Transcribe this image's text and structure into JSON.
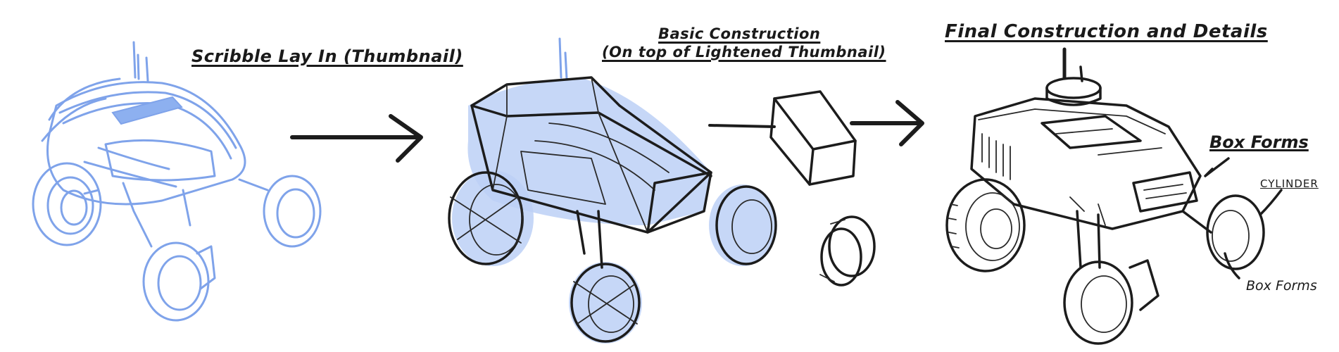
{
  "titles": {
    "step1": "Scribble Lay In (Thumbnail)",
    "step2_line1": "Basic Construction",
    "step2_line2": "(On top of Lightened Thumbnail)",
    "step3": "Final Construction and Details"
  },
  "annotations": {
    "box_forms_top": "Box Forms",
    "cylinder": "CYLINDER",
    "box_forms_bottom": "Box Forms"
  },
  "colors": {
    "scribble_blue": "#7fa3ea",
    "ink": "#1c1c1c",
    "background": "#ffffff"
  }
}
